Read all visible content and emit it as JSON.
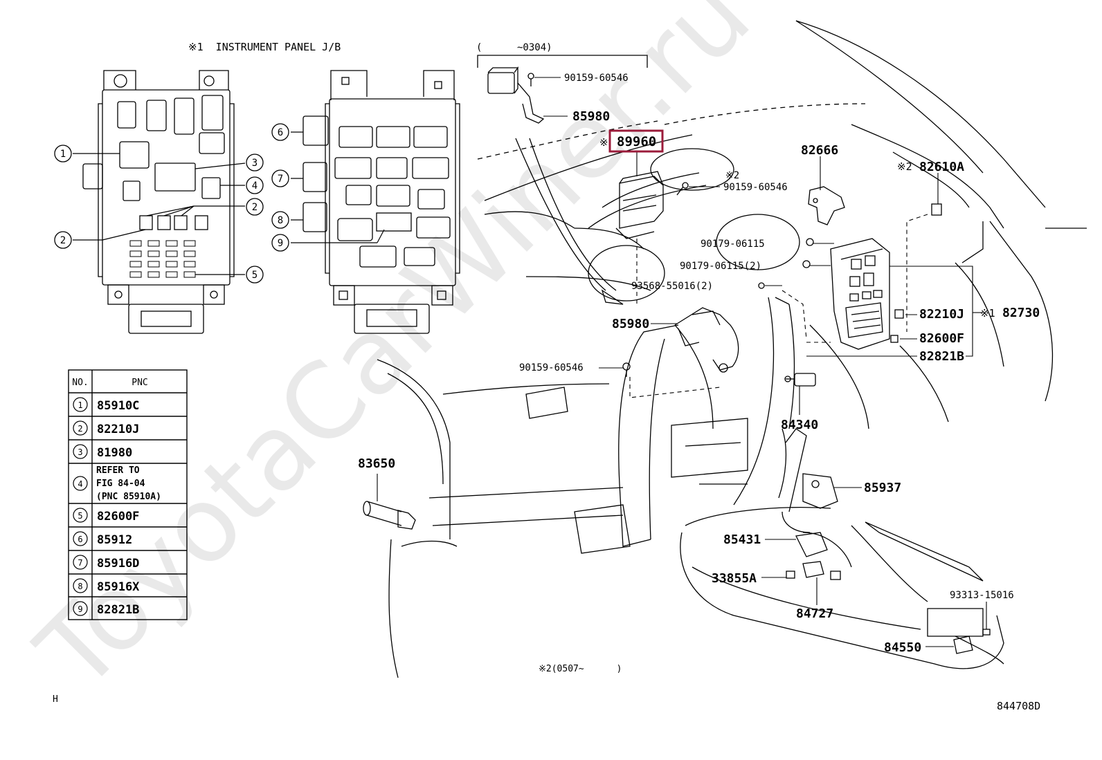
{
  "header": {
    "jb_title": "※1  INSTRUMENT PANEL J/B",
    "range_top": "(      ~0304)",
    "range_bottom": "※2(0507~      )"
  },
  "jb_callouts": [
    "1",
    "2",
    "3",
    "4",
    "2",
    "5",
    "6",
    "7",
    "8",
    "9"
  ],
  "pnc_table": {
    "col_no": "NO.",
    "col_pnc": "PNC",
    "rows": [
      {
        "no": "1",
        "pnc": "85910C"
      },
      {
        "no": "2",
        "pnc": "82210J"
      },
      {
        "no": "3",
        "pnc": "81980"
      },
      {
        "no": "4",
        "pnc_lines": [
          "REFER TO",
          "FIG 84-04",
          "(PNC 85910A)"
        ]
      },
      {
        "no": "5",
        "pnc": "82600F"
      },
      {
        "no": "6",
        "pnc": "85912"
      },
      {
        "no": "7",
        "pnc": "85916D"
      },
      {
        "no": "8",
        "pnc": "85916X"
      },
      {
        "no": "9",
        "pnc": "82821B"
      }
    ]
  },
  "part_labels": {
    "p90159_60546_top": "90159-60546",
    "p85980_top": "85980",
    "p89960": "89960",
    "p89960_mark": "※",
    "p90159_60546_mid_mark": "※2",
    "p90159_60546_mid": "90159-60546",
    "p82666": "82666",
    "p82610A_mark": "※2",
    "p82610A": "82610A",
    "p90179_06115": "90179-06115",
    "p90179_06115_2": "90179-06115(2)",
    "p93568_55016_2": "93568-55016(2)",
    "p85980_mid": "85980",
    "p90159_60546_low": "90159-60546",
    "p82210J": "82210J",
    "p82730_mark": "※1",
    "p82730": "82730",
    "p82600F": "82600F",
    "p82821B": "82821B",
    "p84340": "84340",
    "p83650": "83650",
    "p85937": "85937",
    "p85431": "85431",
    "p33855A": "33855A",
    "p84727": "84727",
    "p93313_15016": "93313-15016",
    "p84550": "84550"
  },
  "highlight_color": "#9b1b3a",
  "footer": {
    "page_letter": "H",
    "figure_code": "844708D"
  },
  "watermark": "ToyotaCarWiner.ru"
}
